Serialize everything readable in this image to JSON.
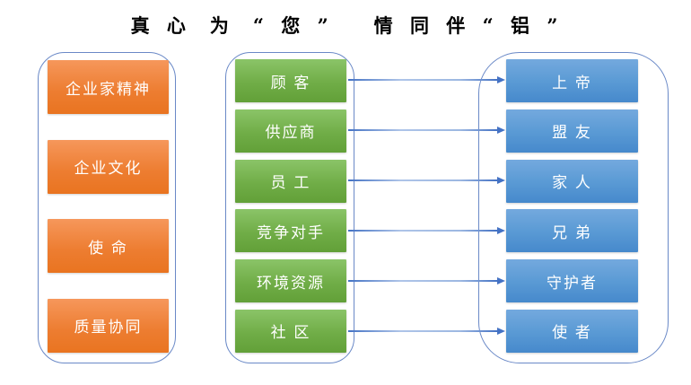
{
  "title": "真 心　为　“ 您 ”　　情 同 伴 “ 铝 ”",
  "groups": {
    "values": {
      "items": [
        "企业家精神",
        "企业文化",
        "使  命",
        "质量协同"
      ]
    },
    "stakeholders": {
      "items": [
        "顾  客",
        "供应商",
        "员  工",
        "竞争对手",
        "环境资源",
        "社  区"
      ]
    },
    "roles": {
      "items": [
        "上  帝",
        "盟  友",
        "家  人",
        "兄  弟",
        "守护者",
        "使  者"
      ]
    }
  },
  "connections": [
    {
      "from": "顾客",
      "to": "上帝"
    },
    {
      "from": "供应商",
      "to": "盟友"
    },
    {
      "from": "员工",
      "to": "家人"
    },
    {
      "from": "竞争对手",
      "to": "兄弟"
    },
    {
      "from": "环境资源",
      "to": "守护者"
    },
    {
      "from": "社区",
      "to": "使者"
    }
  ],
  "colors": {
    "orange_box": "#ED7D31",
    "green_box": "#70AD47",
    "blue_box": "#5B9BD5",
    "container_border": "#6A89C7",
    "arrow": "#4472C4",
    "title_text": "#000000",
    "box_text": "#FFFFFF",
    "background": "#FFFFFF"
  }
}
